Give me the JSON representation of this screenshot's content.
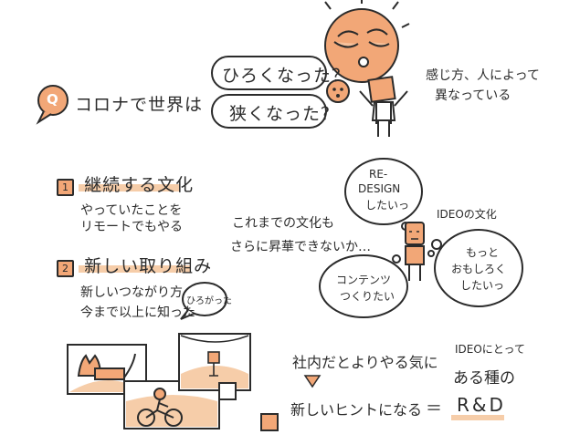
{
  "question": {
    "badge": "Q",
    "prefix": "コロナで世界は",
    "option_wider": "ひろくなった？",
    "option_narrower": "狭くなった？"
  },
  "perception_note": [
    "感じ方、人によって",
    "異なっている"
  ],
  "section1": {
    "number": "1",
    "title": "継続する文化",
    "lines": [
      "やっていたことを",
      "リモートでもやる"
    ]
  },
  "section2": {
    "number": "2",
    "title": "新しい取り組み",
    "lines": [
      "新しいつながり方",
      "今まで以上に知った"
    ],
    "bubble": "ひろがった"
  },
  "center_text": [
    "これまでの文化も",
    "さらに昇華できないか…"
  ],
  "ideo_culture_label": "IDEOの文化",
  "thought_bubbles": {
    "redesign": [
      "RE-",
      "DESIGN",
      "したいっ"
    ],
    "content": [
      "コンテンツ",
      "つくりたい"
    ],
    "fun": [
      "もっと",
      "おもしろく",
      "したいっ"
    ]
  },
  "conclusion": {
    "line1": "社内だとよりやる気に",
    "line2": "新しいヒントになる",
    "equals": "＝",
    "right_top": "IDEOにとって",
    "right_mid": "ある種の",
    "right_bottom": "R&D"
  },
  "colors": {
    "accent": "#f2a777",
    "ink": "#2b2b2b",
    "highlight": "#f6cda9"
  }
}
